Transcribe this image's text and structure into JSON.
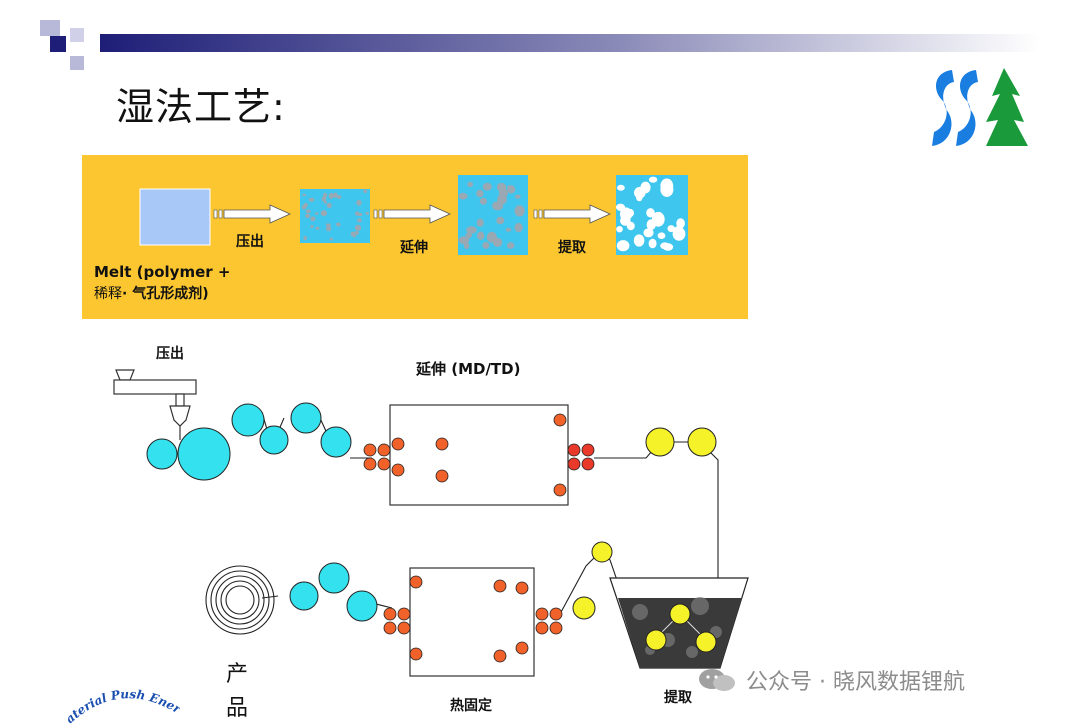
{
  "title": "湿法工艺:",
  "panel": {
    "step_labels": [
      "压出",
      "延伸",
      "提取"
    ],
    "melt_line1": "Melt (polymer +",
    "melt_line2_a": "稀释",
    "melt_line2_b": "· 气孔形成剂)"
  },
  "diagram": {
    "extrude_label": "压出",
    "stretch_label": "延伸 (MD/TD)",
    "heatset_label": "热固定",
    "extract_label": "提取",
    "product_char1": "产",
    "product_char2": "品"
  },
  "watermark": {
    "text": "公众号 · 晓风数据锂航"
  },
  "badge_text": "aterial Push Ener",
  "colors": {
    "panel": "#fbc630",
    "cyan_roller": "#33e2ee",
    "orange_roller": "#f0622a",
    "red_roller": "#e8392a",
    "yellow_roller": "#f6f22a",
    "film_blue": "#3ec6ee"
  }
}
